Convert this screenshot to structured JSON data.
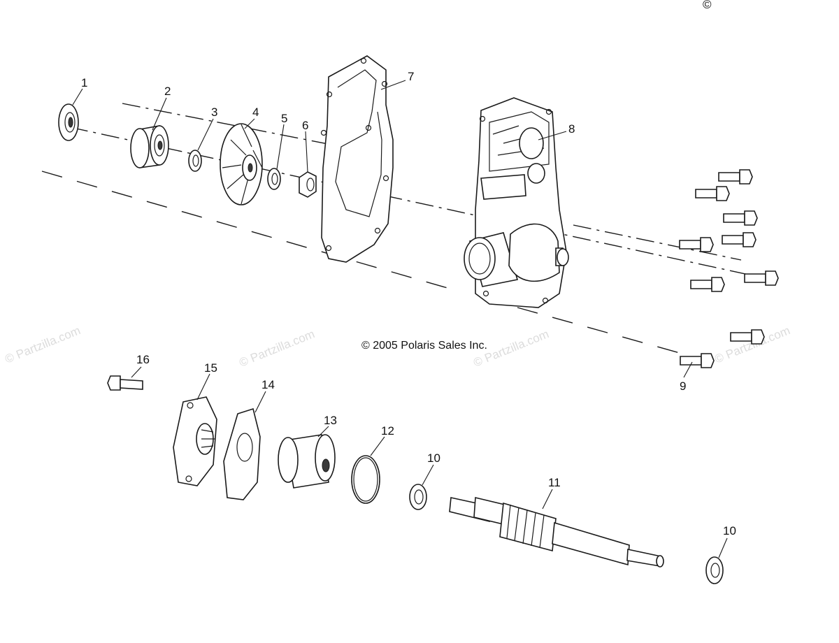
{
  "diagram": {
    "copyright": "© 2005 Polaris Sales Inc.",
    "corner_mark": "©",
    "watermark": "© Partzilla.com",
    "callouts": {
      "c1": "1",
      "c2": "2",
      "c3": "3",
      "c4": "4",
      "c5": "5",
      "c6": "6",
      "c7": "7",
      "c8": "8",
      "c9": "9",
      "c10a": "10",
      "c10b": "10",
      "c11": "11",
      "c12": "12",
      "c13": "13",
      "c14": "14",
      "c15": "15",
      "c16": "16"
    }
  }
}
